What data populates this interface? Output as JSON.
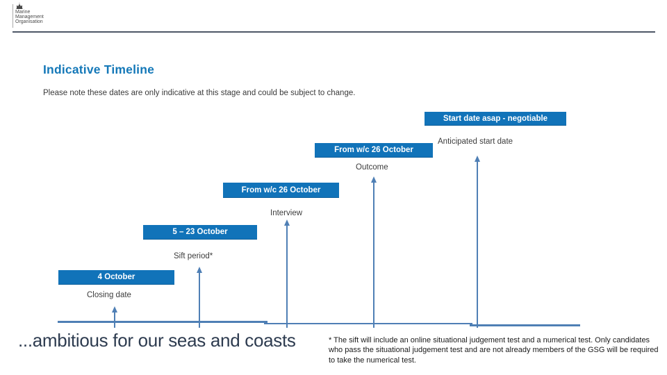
{
  "logo": {
    "lines": [
      "Marine",
      "Management",
      "Organisation"
    ]
  },
  "header": {
    "title": "Indicative Timeline",
    "subtitle": "Please note these dates are only indicative at this stage and could be subject to change."
  },
  "timeline": {
    "milestones": [
      {
        "date": "4 October",
        "label": "Closing date"
      },
      {
        "date": "5 – 23 October",
        "label": "Sift period*"
      },
      {
        "date": "From w/c 26 October",
        "label": "Interview"
      },
      {
        "date": "From w/c 26 October",
        "label": "Outcome"
      },
      {
        "date": "Start date asap - negotiable",
        "label": "Anticipated start date"
      }
    ]
  },
  "footer": {
    "tagline": "...ambitious for our seas and coasts",
    "footnote": "* The sift will include an online situational judgement test and a numerical test. Only candidates who pass the situational judgement test and are not already members of the GSG will be required to take the numerical test."
  },
  "colors": {
    "box_blue": "#1173b9",
    "arrow_blue": "#4f7fb5",
    "title_blue": "#1478b8",
    "header_rule": "#4d5766"
  }
}
